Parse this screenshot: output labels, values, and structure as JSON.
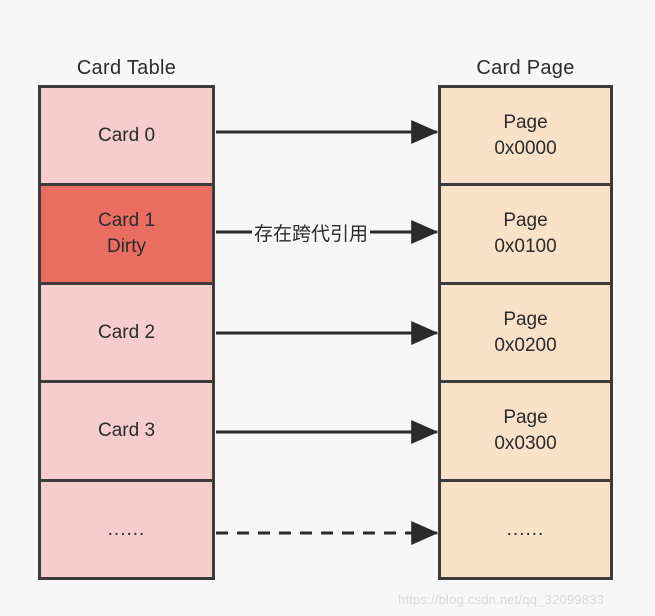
{
  "diagram": {
    "title_left": "Card Table",
    "title_right": "Card Page",
    "card_table": {
      "cells": [
        {
          "line1": "Card 0",
          "line2": "",
          "dirty": false
        },
        {
          "line1": "Card 1",
          "line2": "Dirty",
          "dirty": true
        },
        {
          "line1": "Card 2",
          "line2": "",
          "dirty": false
        },
        {
          "line1": "Card 3",
          "line2": "",
          "dirty": false
        },
        {
          "line1": "......",
          "line2": "",
          "dirty": false
        }
      ]
    },
    "card_page": {
      "cells": [
        {
          "line1": "Page",
          "line2": "0x0000"
        },
        {
          "line1": "Page",
          "line2": "0x0100"
        },
        {
          "line1": "Page",
          "line2": "0x0200"
        },
        {
          "line1": "Page",
          "line2": "0x0300"
        },
        {
          "line1": "......",
          "line2": ""
        }
      ]
    },
    "connectors": [
      {
        "from": "Card 0",
        "to": "Page 0x0000",
        "style": "solid",
        "label": ""
      },
      {
        "from": "Card 1",
        "to": "Page 0x0100",
        "style": "solid",
        "label": "存在跨代引用"
      },
      {
        "from": "Card 2",
        "to": "Page 0x0200",
        "style": "solid",
        "label": ""
      },
      {
        "from": "Card 3",
        "to": "Page 0x0300",
        "style": "solid",
        "label": ""
      },
      {
        "from": "......",
        "to": "......",
        "style": "dashed",
        "label": ""
      }
    ],
    "edge_label": "存在跨代引用",
    "watermark": "https://blog.csdn.net/qq_32099833",
    "colors": {
      "background": "#f7f7f7",
      "card_fill": "#f6cdcd",
      "card_dirty_fill": "#ea6d62",
      "page_fill": "#f9e2c8",
      "stroke": "#3b3b3b",
      "text": "#2b2b2b",
      "watermark": "#d9d9d9"
    }
  }
}
